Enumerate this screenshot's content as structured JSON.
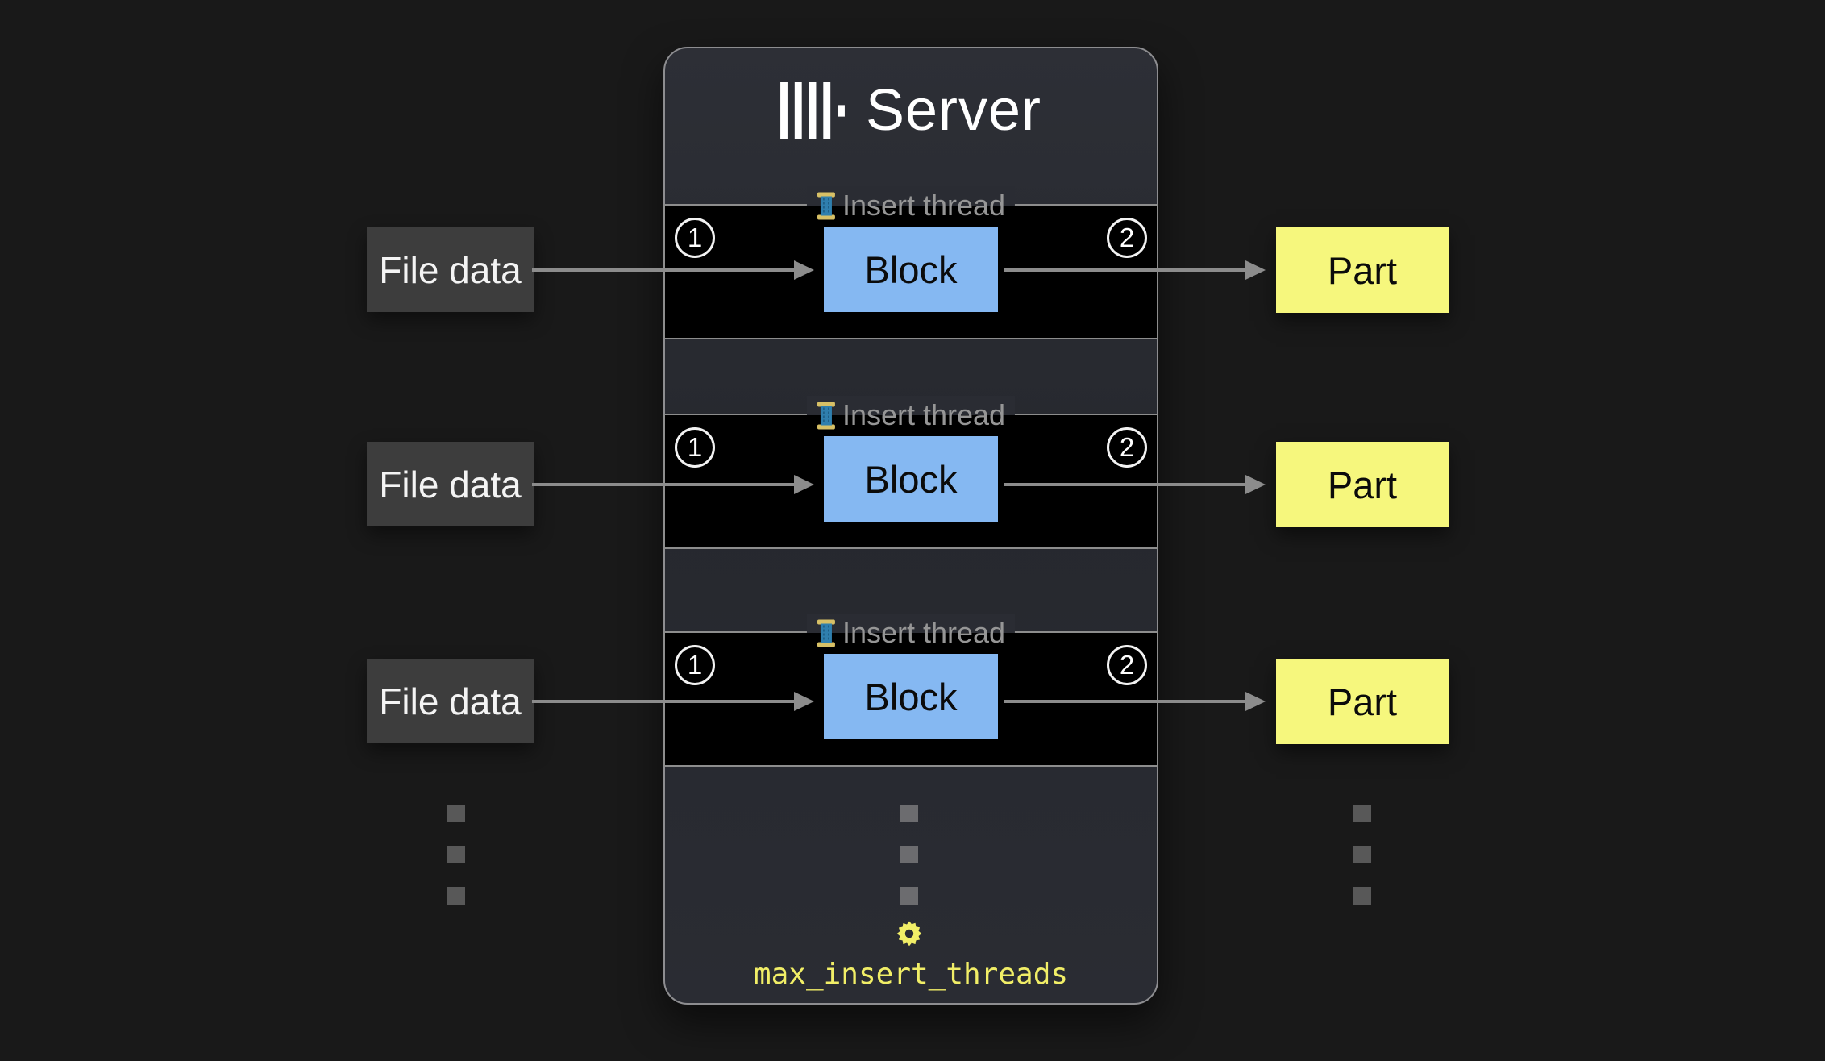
{
  "palette": {
    "canvas_bg": "#191919",
    "server_bg": "#2a2c33",
    "server_border": "#8d8d90",
    "row_bg": "#000000",
    "row_border": "#8d8d8d",
    "file_box_bg": "#3d3d3d",
    "block_bg": "#85b8f2",
    "part_bg": "#f6f77d",
    "arrow_gray": "#8c8c8c",
    "legend_text": "#969696",
    "accent_yellow": "#f1ee67",
    "dot_gray": "#585858",
    "dot_gray_center": "#6c6c6f"
  },
  "server": {
    "title": "Server",
    "logo": "clickhouse-logo",
    "setting_icon": "gear-icon",
    "setting_label": "max_insert_threads"
  },
  "rows": [
    {
      "source": "File data",
      "legend": "Insert thread",
      "legend_icon": "thread-spool-icon",
      "step_in": "1",
      "block": "Block",
      "step_out": "2",
      "output": "Part"
    },
    {
      "source": "File data",
      "legend": "Insert thread",
      "legend_icon": "thread-spool-icon",
      "step_in": "1",
      "block": "Block",
      "step_out": "2",
      "output": "Part"
    },
    {
      "source": "File data",
      "legend": "Insert thread",
      "legend_icon": "thread-spool-icon",
      "step_in": "1",
      "block": "Block",
      "step_out": "2",
      "output": "Part"
    }
  ],
  "ellipsis_columns": [
    "sources-continue",
    "insert-threads-continue",
    "parts-continue"
  ]
}
